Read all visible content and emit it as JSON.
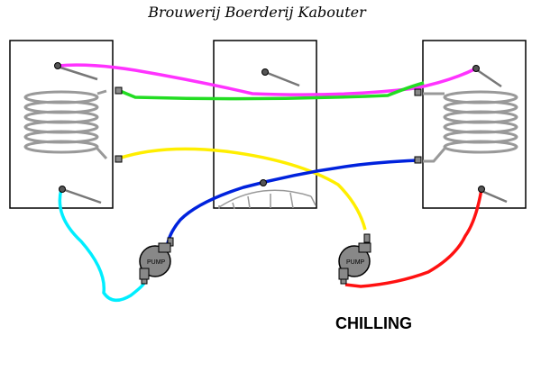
{
  "header": {
    "title": "Brouwerij Boerderij Kabouter"
  },
  "status": {
    "mode": "CHILLING"
  },
  "pumps": [
    {
      "label": "PUMP"
    },
    {
      "label": "PUMP"
    }
  ],
  "colors": {
    "magenta": "#ff33ff",
    "green": "#22dd22",
    "yellow": "#ffee00",
    "blue": "#0022dd",
    "cyan": "#00eeff",
    "red": "#ff1111",
    "coil": "#999999",
    "vessel_border": "#000000"
  }
}
